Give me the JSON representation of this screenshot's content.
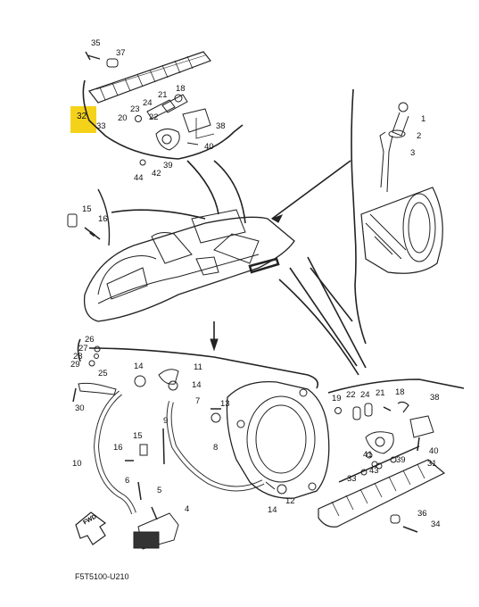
{
  "highlighted_part": "32",
  "diagram_code": "F5T5100-U210",
  "fwd_label": "FWD",
  "callouts": {
    "c35a": "35",
    "c37a": "37",
    "c32": "32",
    "c33a": "33",
    "c21a": "21",
    "c18a": "18",
    "c24a": "24",
    "c23a": "23",
    "c20a": "20",
    "c22a": "22",
    "c38a": "38",
    "c40a": "40",
    "c44a": "44",
    "c42a": "42",
    "c39a": "39",
    "c1": "1",
    "c2": "2",
    "c3": "3",
    "c15a": "15",
    "c16a": "16",
    "c26": "26",
    "c27": "27",
    "c28": "28",
    "c29": "29",
    "c25": "25",
    "c30": "30",
    "c14a": "14",
    "c11": "11",
    "c14b": "14",
    "c13": "13",
    "c7": "7",
    "c8": "8",
    "c10": "10",
    "c15b": "15",
    "c16b": "16",
    "c6": "6",
    "c5": "5",
    "c4": "4",
    "c14c": "14",
    "c12": "12",
    "c19": "19",
    "c22b": "22",
    "c24b": "24",
    "c21b": "21",
    "c18b": "18",
    "c38b": "38",
    "c40b": "40",
    "c9": "9",
    "c41": "41",
    "c39b": "39",
    "c43": "43",
    "c31": "31",
    "c33b": "33",
    "c36": "36",
    "c34": "34"
  }
}
